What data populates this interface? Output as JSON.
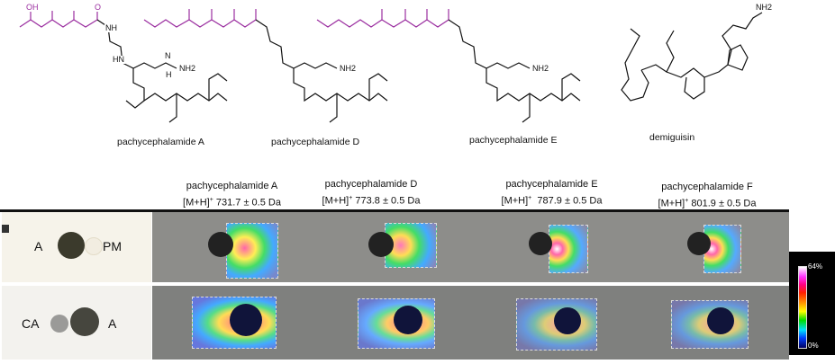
{
  "structures": [
    {
      "name": "pachycephalamide A"
    },
    {
      "name": "pachycephalamide D"
    },
    {
      "name": "pachycephalamide E"
    },
    {
      "name": "demiguisin"
    }
  ],
  "atom_labels": {
    "oh": "OH",
    "o": "O",
    "nh": "NH",
    "hn": "HN",
    "nh2": "NH2",
    "n": "N",
    "h": "H"
  },
  "panels": [
    {
      "title": "pachycephalamide A",
      "mass": "[M+H]",
      "charge": "+",
      "value": "731.7 ± 0.5 Da"
    },
    {
      "title": "pachycephalamide D",
      "mass": "[M+H]",
      "charge": "+",
      "value": "773.8 ± 0.5 Da"
    },
    {
      "title": "pachycephalamide E",
      "mass": "[M+H]",
      "charge": "+",
      "value": "787.9 ± 0.5 Da"
    },
    {
      "title": "pachycephalamide F",
      "mass": "[M+H]",
      "charge": "+",
      "value": "801.9 ± 0.5 Da"
    }
  ],
  "photos": {
    "row1": {
      "left_label": "A",
      "right_label": "PM"
    },
    "row2": {
      "left_label": "CA",
      "right_label": "A"
    }
  },
  "colorbar": {
    "max": "64%",
    "min": "0%"
  },
  "colors": {
    "chain": "#9b2fa0",
    "bond": "#111111"
  }
}
